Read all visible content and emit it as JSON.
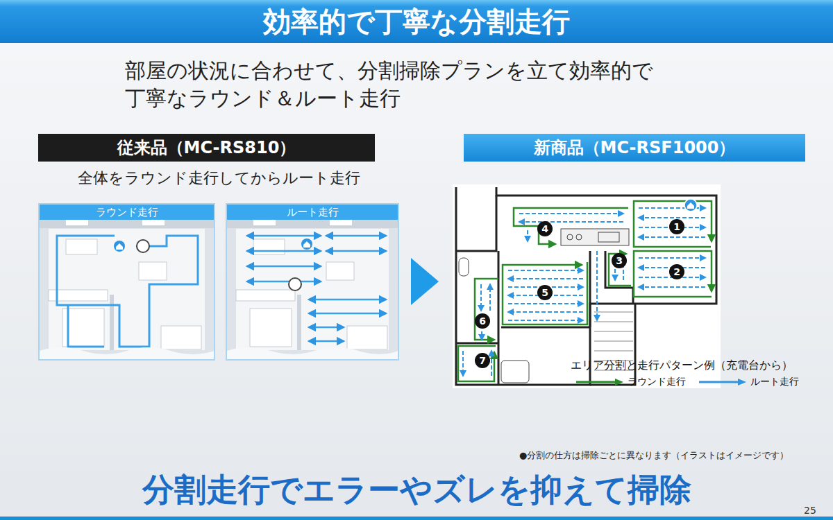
{
  "diagram": {
    "title": "効率的で丁寧な分割走行",
    "caption": "分割走行でエラーやズレを抑えて掃除",
    "nodes": [
      {
        "text": [
          "従来品（MC-RS810）"
        ]
      },
      {
        "text": [
          "新商品（MC-RSF1000）"
        ]
      },
      {
        "text": [
          "ラウンド走行"
        ]
      },
      {
        "text": [
          "ルート走行"
        ]
      }
    ],
    "labels": [
      "部屋の状況に合わせて、分割掃除プランを立て効率的で 丁寧なラウンド＆ルート走行",
      "全体をラウンド走行してからルート走行",
      "1",
      "2",
      "3",
      "4",
      "5",
      "6",
      "7",
      "エリア分割と走行パターン例（充電台から）",
      "●分割の仕方は掃除ごとに異なります（イラストはイメージです）",
      "25"
    ],
    "legend": [
      {
        "text": "ラウンド走行"
      },
      {
        "text": "ルート走行"
      }
    ]
  }
}
